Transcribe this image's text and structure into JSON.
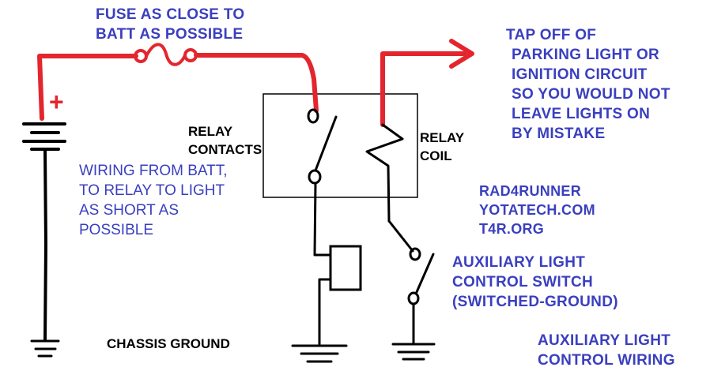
{
  "colors": {
    "wire_black": "#000000",
    "wire_red": "#e3262e",
    "text_blue": "#3a3fbf",
    "text_black": "#000000"
  },
  "labels": {
    "fuse_note": [
      "FUSE AS CLOSE TO",
      "BATT AS POSSIBLE"
    ],
    "tap_note": [
      "TAP OFF OF",
      "PARKING LIGHT OR",
      "IGNITION CIRCUIT",
      "SO YOU WOULD NOT",
      "LEAVE LIGHTS ON",
      "BY MISTAKE"
    ],
    "relay_contacts": [
      "RELAY",
      "CONTACTS"
    ],
    "relay_coil": [
      "RELAY",
      "COIL"
    ],
    "wiring_note": [
      "WIRING FROM BATT,",
      "TO RELAY TO LIGHT",
      "AS SHORT AS",
      "POSSIBLE"
    ],
    "credits": [
      "RAD4RUNNER",
      "YOTATECH.COM",
      "T4R.ORG"
    ],
    "switch_label": [
      "AUXILIARY LIGHT",
      "CONTROL SWITCH",
      "(SWITCHED-GROUND)"
    ],
    "chassis_ground": "CHASSIS GROUND",
    "title": [
      "AUXILIARY LIGHT",
      "CONTROL WIRING"
    ],
    "battery_plus": "+"
  }
}
